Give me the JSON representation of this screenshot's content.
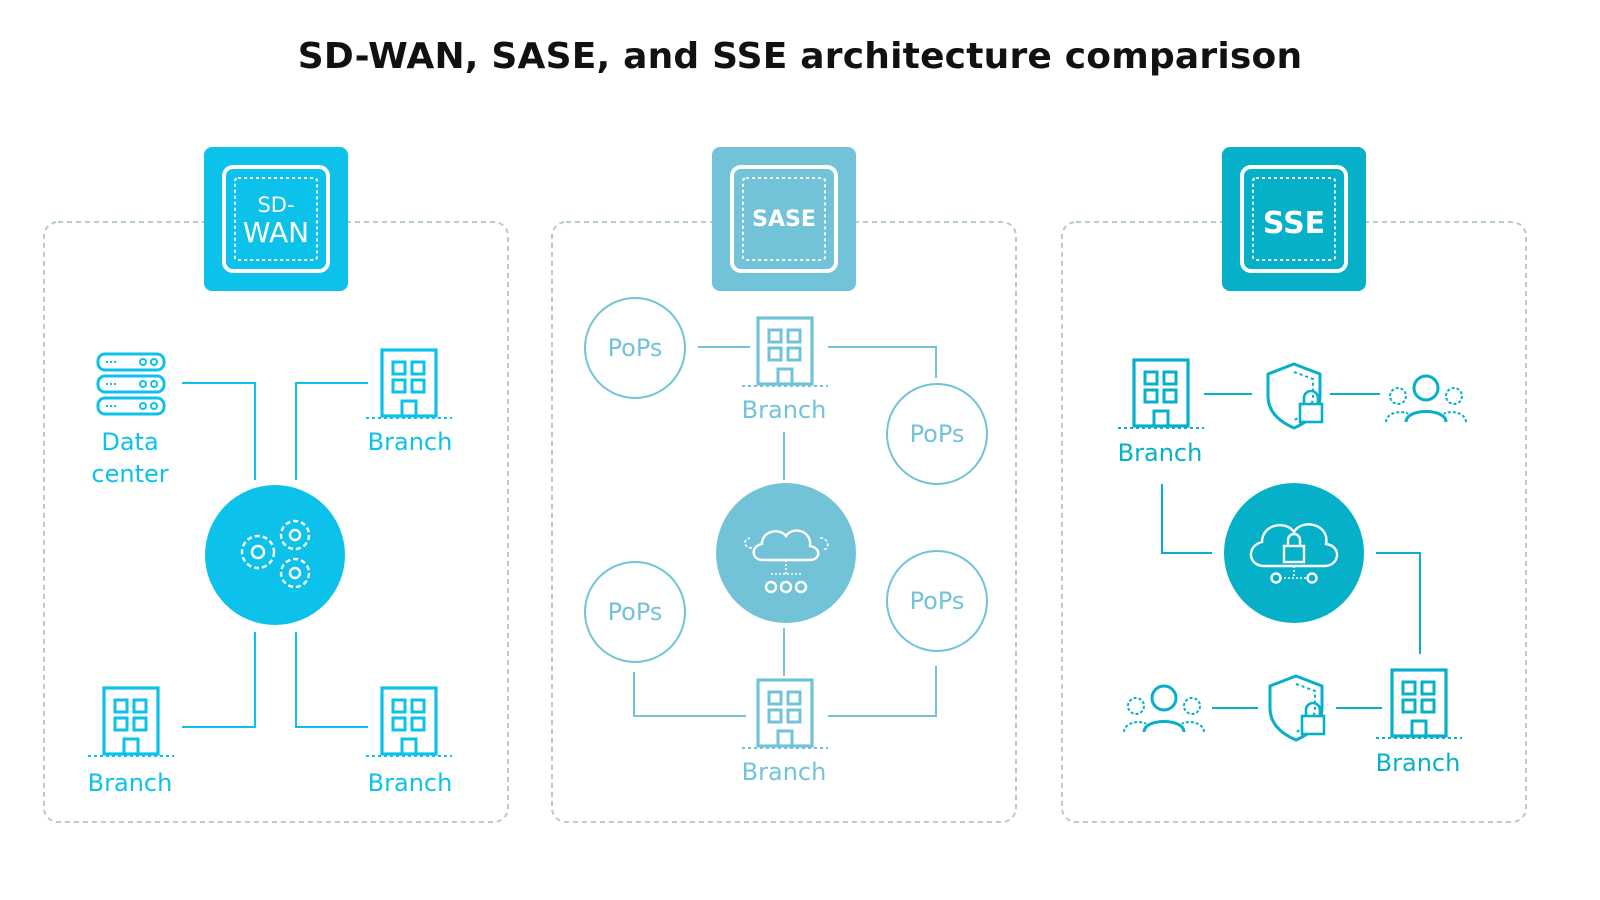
{
  "title": "SD-WAN, SASE, and SSE architecture comparison",
  "colors": {
    "sdwan": "#0dc2ea",
    "sase": "#72c3d8",
    "sse": "#05b0c8",
    "panel_border": "#b6cbd0",
    "text_dark": "#111111",
    "white": "#ffffff"
  },
  "sdwan": {
    "badge_line1": "SD-",
    "badge_line2": "WAN",
    "datacenter_line1": "Data",
    "datacenter_line2": "center",
    "branch_top": "Branch",
    "branch_bottom_left": "Branch",
    "branch_bottom_right": "Branch",
    "hub_icon": "gears-icon"
  },
  "sase": {
    "badge": "SASE",
    "pop_top_left": "PoPs",
    "pop_right_top": "PoPs",
    "pop_bottom_left": "PoPs",
    "pop_right_bottom": "PoPs",
    "branch_top": "Branch",
    "branch_bottom": "Branch",
    "hub_icon": "cloud-network-icon"
  },
  "sse": {
    "badge": "SSE",
    "branch_top": "Branch",
    "branch_bottom": "Branch",
    "hub_icon": "cloud-lock-icon"
  }
}
